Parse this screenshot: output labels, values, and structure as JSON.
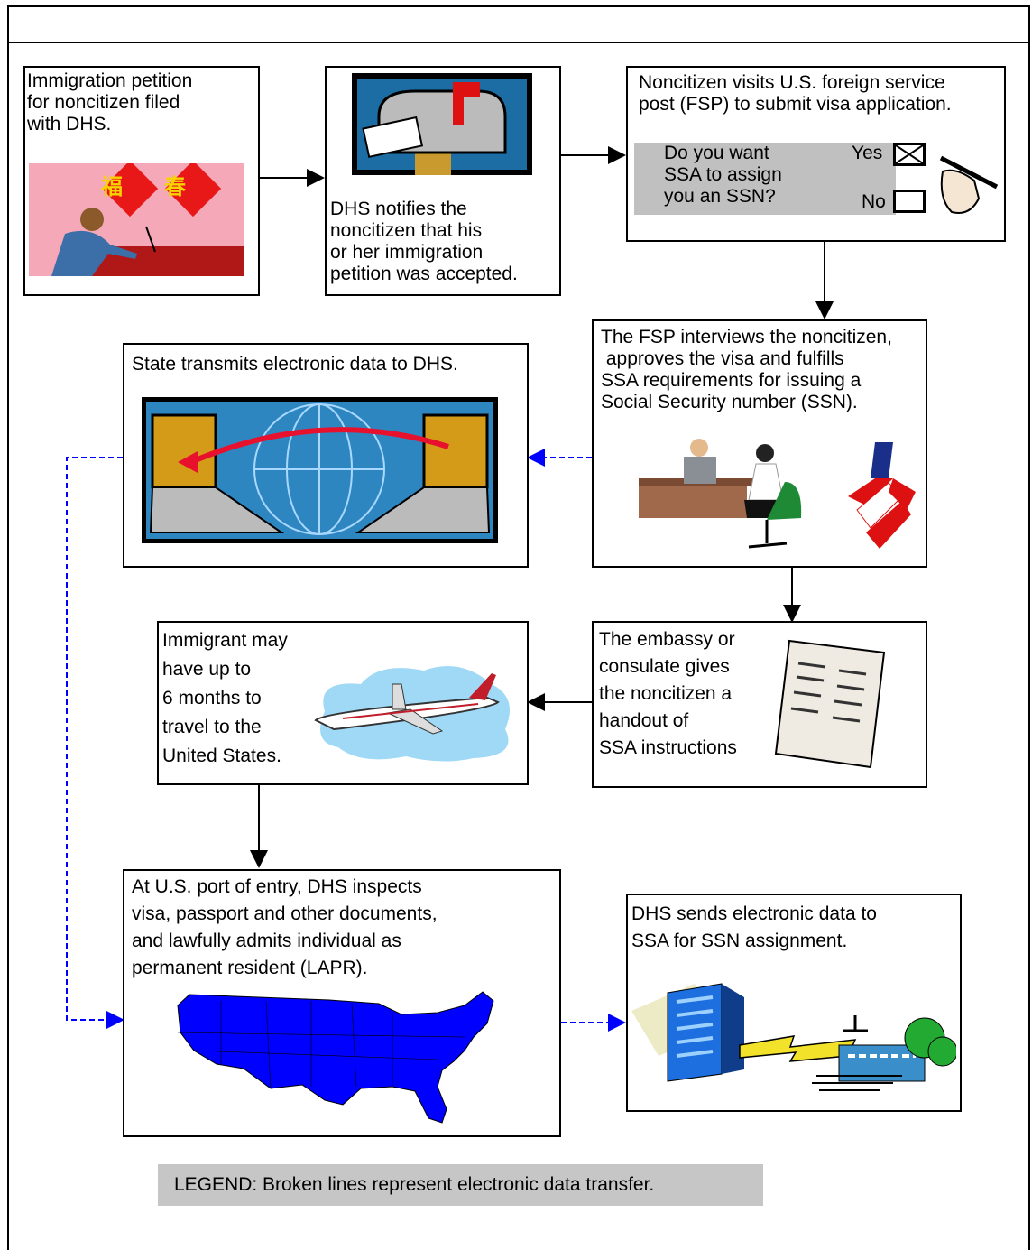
{
  "boxes": {
    "petition": "Immigration petition\nfor noncitizen filed\nwith DHS.",
    "notify": "DHS notifies the\nnoncitizen that his\nor her immigration\npetition was accepted.",
    "visit": "Noncitizen visits U.S. foreign service\npost (FSP) to submit visa application.",
    "form_question": "Do you want\nSSA to assign\nyou an SSN?",
    "form_yes": "Yes",
    "form_no": "No",
    "interview": "The FSP interviews the noncitizen,\n approves the visa and fulfills\nSSA requirements for issuing a\nSocial Security number (SSN).",
    "state": "State transmits electronic data to DHS.",
    "embassy": "The embassy or\nconsulate gives\nthe noncitizen a\nhandout of\nSSA instructions",
    "travel": "Immigrant may\nhave up to\n6 months to\ntravel to the\nUnited States.",
    "port": "At U.S. port of entry, DHS inspects\nvisa, passport and other documents,\nand lawfully admits individual as\npermanent resident (LAPR).",
    "dhs_sends": "DHS sends electronic data to\nSSA for SSN assignment."
  },
  "calligraphy": [
    "福",
    "春"
  ],
  "legend": "LEGEND:  Broken lines represent electronic data transfer.",
  "colors": {
    "electronic_arrow": "#0000ff",
    "map": "#0000ff",
    "legend_bg": "#c6c6c6"
  }
}
